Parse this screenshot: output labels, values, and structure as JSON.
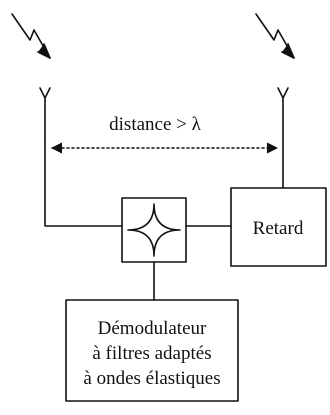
{
  "diagram": {
    "distance_label": "distance > λ",
    "delay_label": "Retard",
    "demodulator_lines": [
      "Démodulateur",
      "à filtres adaptés",
      "à ondes élastiques"
    ]
  }
}
